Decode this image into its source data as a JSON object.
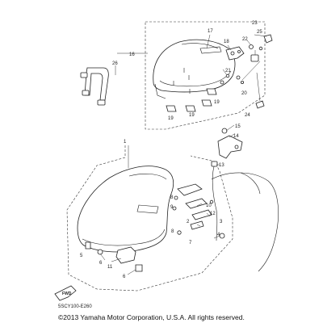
{
  "callouts": {
    "c1": "1",
    "c2": "2",
    "c3": "3",
    "c4": "4",
    "c5": "5",
    "c6": "6",
    "c7": "7",
    "c8": "8",
    "c9": "9",
    "c10": "10",
    "c11": "11",
    "c12": "12",
    "c13": "13",
    "c14": "14",
    "c15": "15",
    "c16": "16",
    "c17": "17",
    "c18": "18",
    "c19": "19",
    "c20": "20",
    "c21": "21",
    "c22": "22",
    "c23": "23",
    "c24": "24",
    "c25": "25",
    "c26": "26"
  },
  "fwd_label": "FWD",
  "reference_code": "5SCY100-E260",
  "copyright": "©2013 Yamaha Motor Corporation, U.S.A. All rights reserved."
}
